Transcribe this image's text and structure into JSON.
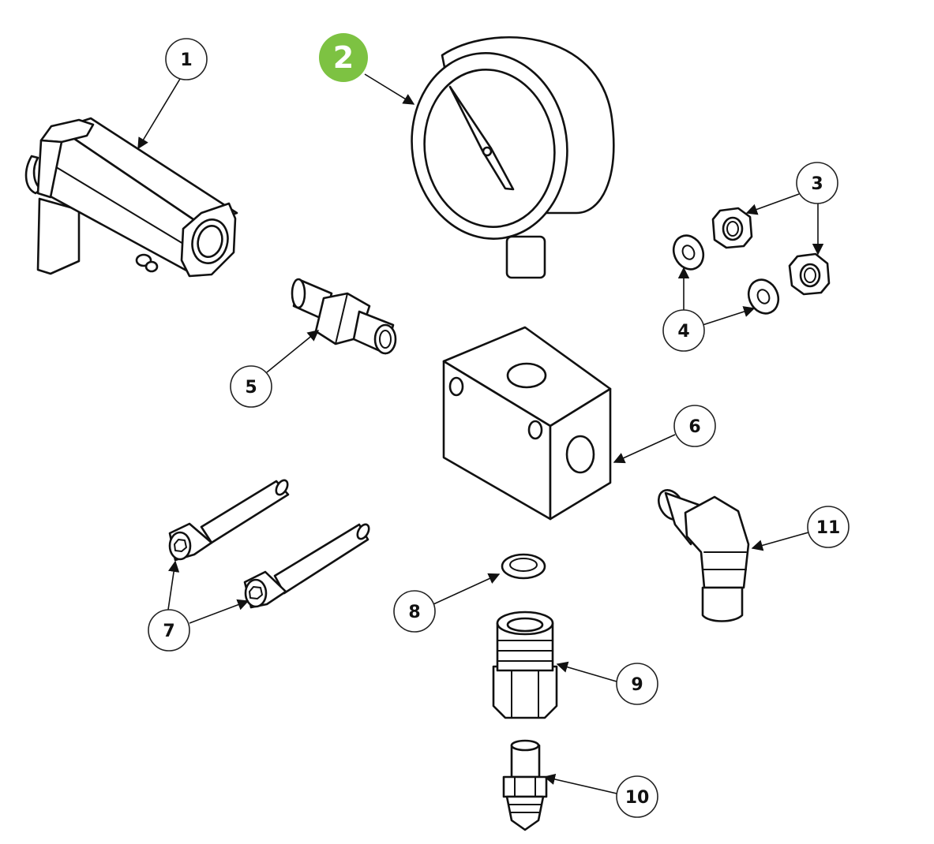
{
  "colors": {
    "line": "#111111",
    "background": "#ffffff",
    "highlight": "#7dc242",
    "highlight_text": "#ffffff"
  },
  "callouts": [
    {
      "id": 1,
      "label": "1",
      "highlighted": false
    },
    {
      "id": 2,
      "label": "2",
      "highlighted": true
    },
    {
      "id": 3,
      "label": "3",
      "highlighted": false
    },
    {
      "id": 4,
      "label": "4",
      "highlighted": false
    },
    {
      "id": 5,
      "label": "5",
      "highlighted": false
    },
    {
      "id": 6,
      "label": "6",
      "highlighted": false
    },
    {
      "id": 7,
      "label": "7",
      "highlighted": false
    },
    {
      "id": 8,
      "label": "8",
      "highlighted": false
    },
    {
      "id": 9,
      "label": "9",
      "highlighted": false
    },
    {
      "id": 10,
      "label": "10",
      "highlighted": false
    },
    {
      "id": 11,
      "label": "11",
      "highlighted": false
    }
  ]
}
